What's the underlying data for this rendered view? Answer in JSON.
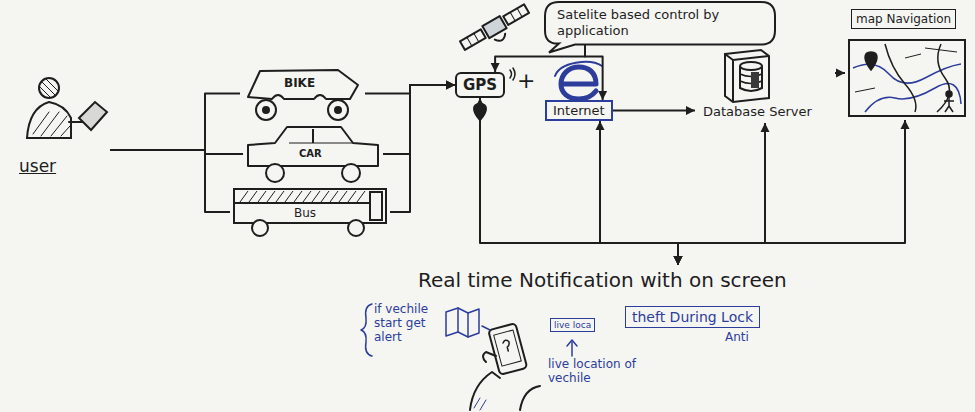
{
  "diagram": {
    "nodes": [
      {
        "text": [
          "user"
        ]
      },
      {
        "text": [
          "BIKE"
        ]
      },
      {
        "text": [
          "CAR"
        ]
      },
      {
        "text": [
          "Bus"
        ]
      },
      {
        "text": [
          "GPS"
        ]
      },
      {
        "text": [
          "Internet"
        ]
      },
      {
        "text": [
          "Database Server"
        ]
      },
      {
        "text": [
          "map Navigation"
        ]
      },
      {
        "text": [
          "Satelite based control by application"
        ]
      },
      {
        "text": [
          "Real time Notification with on screen"
        ]
      },
      {
        "text": [
          "live loca"
        ]
      },
      {
        "text": [
          "theft During Lock",
          "Anti"
        ]
      }
    ],
    "edges": [
      {
        "from": 0,
        "to": 1,
        "arrow": "none"
      },
      {
        "from": 0,
        "to": 2,
        "arrow": "none"
      },
      {
        "from": 0,
        "to": 3,
        "arrow": "none"
      },
      {
        "from": 1,
        "to": 4,
        "arrow": "to"
      },
      {
        "from": 2,
        "to": 4,
        "arrow": "to"
      },
      {
        "from": 3,
        "to": 4,
        "arrow": "to"
      },
      {
        "from": 5,
        "to": 6,
        "arrow": "to"
      },
      {
        "from": 6,
        "to": 7,
        "arrow": "to"
      },
      {
        "from": 8,
        "to": 4,
        "arrow": "to"
      },
      {
        "from": 8,
        "to": 5,
        "arrow": "to"
      },
      {
        "from": 9,
        "to": 4,
        "arrow": "both"
      },
      {
        "from": 9,
        "to": 5,
        "arrow": "both"
      },
      {
        "from": 9,
        "to": 6,
        "arrow": "both"
      },
      {
        "from": 9,
        "to": 7,
        "arrow": "both"
      }
    ],
    "labels": [
      "+",
      "if vechile start get alert",
      "live location of vechile"
    ]
  }
}
